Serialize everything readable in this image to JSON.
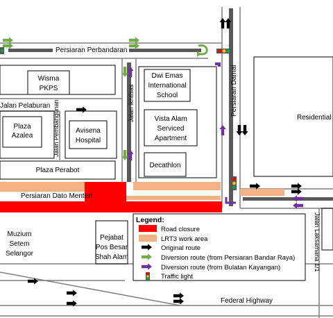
{
  "colors": {
    "road_closure": "#ff0000",
    "lrt3_work_area": "#f4b183",
    "original_route": "#000000",
    "diversion_bandar_raya": "#70ad47",
    "diversion_bulatan_kayangan": "#7030a0",
    "road_line": "#7f7f7f",
    "building_border": "#000000"
  },
  "roads": {
    "persiaran_perbandaran": "Persiaran Perbandaran",
    "persiaran_dato_menteri": "Persiaran Dato Menteri",
    "persiaran_damai": "Persiaran Damai",
    "jalan_ikhtisas": "Jalan Ikhtisas",
    "jalan_pelaburan": "Jalan Pelaburan",
    "jalan_pembangunan": "Jalan Pembangunan",
    "jalan_lakasmana": "Jalan Laksamana 1/1",
    "federal_highway": "Federal Highway"
  },
  "buildings": {
    "wisma_pkps": [
      "Wisma",
      "PKPS"
    ],
    "dwi_emas": [
      "Dwi Emas",
      "International",
      "School"
    ],
    "residential": "Residential",
    "plaza_azalea": [
      "Plaza",
      "Azalea"
    ],
    "avisena": [
      "Avisena",
      "Hospital"
    ],
    "vista_alam": [
      "Vista Alam",
      "Serviced",
      "Apartment"
    ],
    "decathlon": "Decathlon",
    "plaza_perabot": "Plaza Perabot",
    "muzium": [
      "Muzium",
      "Setem",
      "Selangor"
    ],
    "pejabat_pos": [
      "Pejabat",
      "Pos Besar",
      "Shah Alam"
    ]
  },
  "legend": {
    "title": "Legend:",
    "items": [
      {
        "label": "Road closure",
        "icon": "red-rectangle"
      },
      {
        "label": "LRT3 work area",
        "icon": "orange-rectangle"
      },
      {
        "label": "Original route",
        "icon": "black-arrow-icon"
      },
      {
        "label": "Diversion route (from Persiaran Bandar Raya)",
        "icon": "green-arrow-icon"
      },
      {
        "label": "Diversion route (from Bulatan Kayangan)",
        "icon": "purple-arrow-icon"
      },
      {
        "label": "Traffic light",
        "icon": "traffic-light-icon"
      }
    ]
  }
}
